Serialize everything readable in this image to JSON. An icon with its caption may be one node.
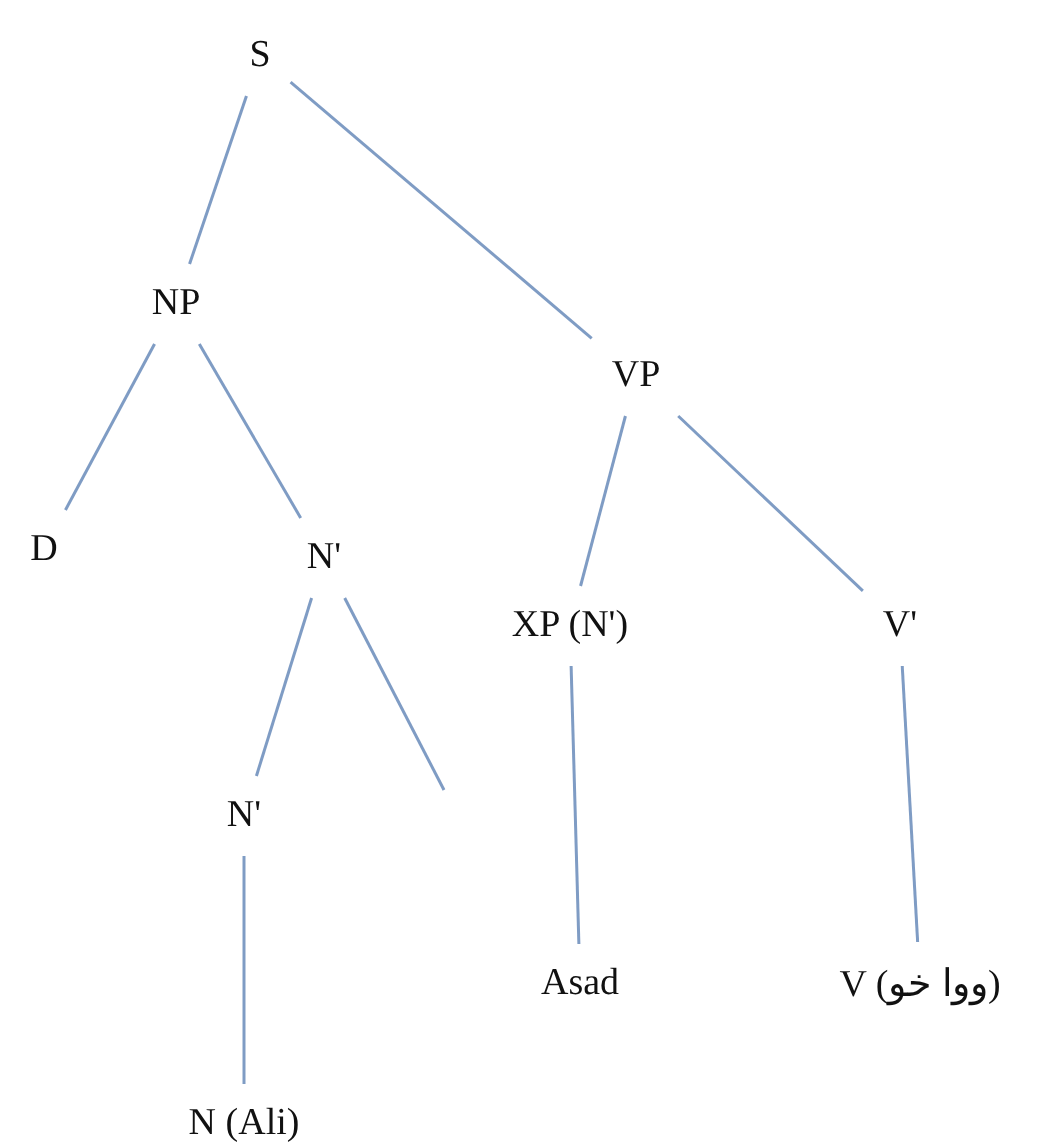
{
  "diagram": {
    "nodes": [
      {
        "text": [
          "S"
        ]
      },
      {
        "text": [
          "NP"
        ]
      },
      {
        "text": [
          "VP"
        ]
      },
      {
        "text": [
          "D"
        ]
      },
      {
        "text": [
          "N'"
        ]
      },
      {
        "text": [
          "XP (N')"
        ]
      },
      {
        "text": [
          "V'"
        ]
      },
      {
        "text": [
          "N'"
        ]
      },
      {
        "text": [
          "Asad"
        ]
      },
      {
        "text": [
          "V (ووا خو)"
        ]
      },
      {
        "text": [
          "N (Ali)"
        ]
      }
    ],
    "edges": [
      {
        "from": 0,
        "to": 1,
        "arrow": "none"
      },
      {
        "from": 0,
        "to": 2,
        "arrow": "none"
      },
      {
        "from": 1,
        "to": 3,
        "arrow": "none"
      },
      {
        "from": 1,
        "to": 4,
        "arrow": "none"
      },
      {
        "from": 2,
        "to": 5,
        "arrow": "none"
      },
      {
        "from": 2,
        "to": 6,
        "arrow": "none"
      },
      {
        "from": 4,
        "to": 7,
        "arrow": "none"
      },
      {
        "from": 4,
        "to": null,
        "arrow": "none"
      },
      {
        "from": 5,
        "to": 8,
        "arrow": "none"
      },
      {
        "from": 6,
        "to": 9,
        "arrow": "none"
      },
      {
        "from": 7,
        "to": 10,
        "arrow": "none"
      }
    ]
  }
}
